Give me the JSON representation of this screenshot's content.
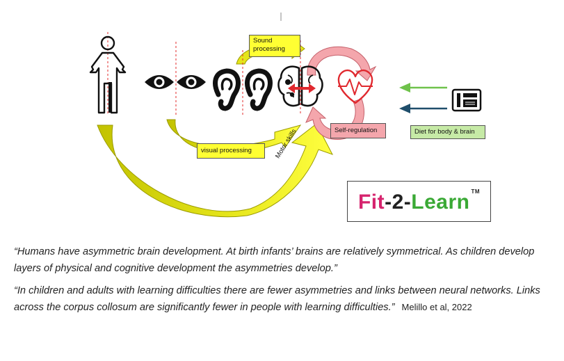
{
  "labels": {
    "sound": "Sound processing",
    "visual": "visual processing",
    "motor": "Motor skills",
    "self_regulation": "Self-regulation",
    "diet": "Diet for body & brain"
  },
  "logo": {
    "part1": "Fit",
    "part2": "-2-",
    "part3": "Learn",
    "tm": "TM"
  },
  "quotes": [
    {
      "text": "“Humans have asymmetric brain development. At birth infants’ brains are relatively symmetrical. As children develop layers of physical and cognitive development the asymmetries develop.”"
    },
    {
      "text": "“In children and adults with learning difficulties there are fewer asymmetries and links between neural networks. Links across the corpus collosum are significantly fewer in people with learning difficulties.”",
      "citation": "Melillo et al, 2022"
    }
  ],
  "colors": {
    "yellow": "#ffff33",
    "olive": "#c8c800",
    "pink": "#f4a6ac",
    "green": "#c6eaa6",
    "arrow_green": "#6fc24b",
    "arrow_navy": "#1f4e6b",
    "heart_red": "#e0282e",
    "guide_red": "#e32b2b",
    "logo_pink": "#d6246e",
    "logo_green": "#3aa935"
  }
}
